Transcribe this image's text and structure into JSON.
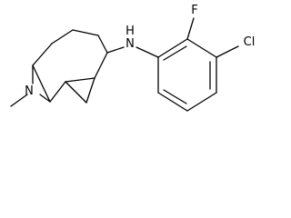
{
  "molecule": {
    "atoms": {
      "nitrogen_bridge": "N",
      "nitrogen_amine": "N",
      "amine_hydrogen": "H",
      "fluorine": "F",
      "chlorine": "Cl"
    }
  }
}
